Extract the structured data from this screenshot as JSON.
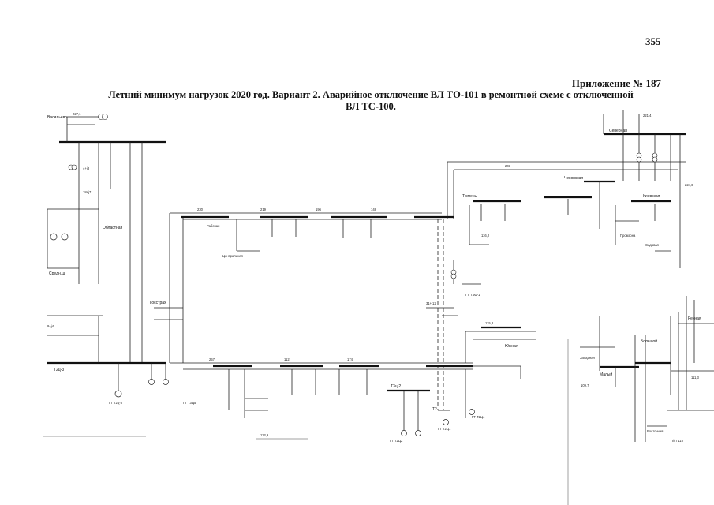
{
  "page": {
    "number": "355",
    "appendix": "Приложение № 187",
    "title_line1": "Летний минимум нагрузок 2020 год. Вариант 2. Аварийное отключение ВЛ ТО-101 в ремонтной схеме с отключенной",
    "title_line2": "ВЛ ТС-100."
  },
  "diagram": {
    "colors": {
      "ink": "#111111",
      "paper": "#ffffff"
    },
    "labels": {
      "node_vasilevo": "Васильево",
      "node_t2ts3": "Т2ц-3",
      "node_gt_t2ts3": "ГТ Т2ц-3",
      "node_gt_t3ts5": "ГТ Т3Ц5",
      "node_gt_t2ts2": "ГТ Т2Ц2",
      "node_gt_t2ts1": "ГТ Т2Ц1",
      "node_gt_t2ts4": "ГТ Т2Ц4",
      "node_t3ts2": "Т3ц-2",
      "node_t2": "Т2",
      "node_tsentralnaya": "Центральная",
      "node_rabochaya": "Рабочая",
      "node_gosstrakh": "Госстрах",
      "node_sredn": "Средн.ш",
      "node_oblastnaya": "Областная",
      "node_yuzhnaya": "Южная",
      "node_tyumen": "Тюмень",
      "node_chekhov": "Чеховская",
      "node_sever": "Северная",
      "node_zapadnaya": "Западная",
      "node_vostochn": "Восточная",
      "node_maly": "Малый",
      "node_bolshoy": "Большой",
      "node_rechnaya": "Речная",
      "node_gt1": "ГТ ТЭЦ-1",
      "node_promzona": "Промзона",
      "node_kievskaya": "Киевская",
      "node_sadovaya": "Садовая",
      "node_podstantsiya": "П/ст 110",
      "flow_a": "230",
      "flow_b": "219",
      "flow_c": "196",
      "flow_d": "148",
      "flow_e": "257",
      "flow_f": "112",
      "flow_g": "174",
      "flow_h": "203",
      "flow_i": "4+j3",
      "flow_j": "18+j7",
      "flow_k": "31+j12",
      "flow_l": "9+j4",
      "flow_m": "227,1",
      "flow_n": "115,8",
      "flow_o": "116,2",
      "flow_p": "113,9",
      "flow_q": "221,4",
      "flow_r": "224,6",
      "flow_s": "109,7",
      "flow_t": "111,3"
    }
  }
}
